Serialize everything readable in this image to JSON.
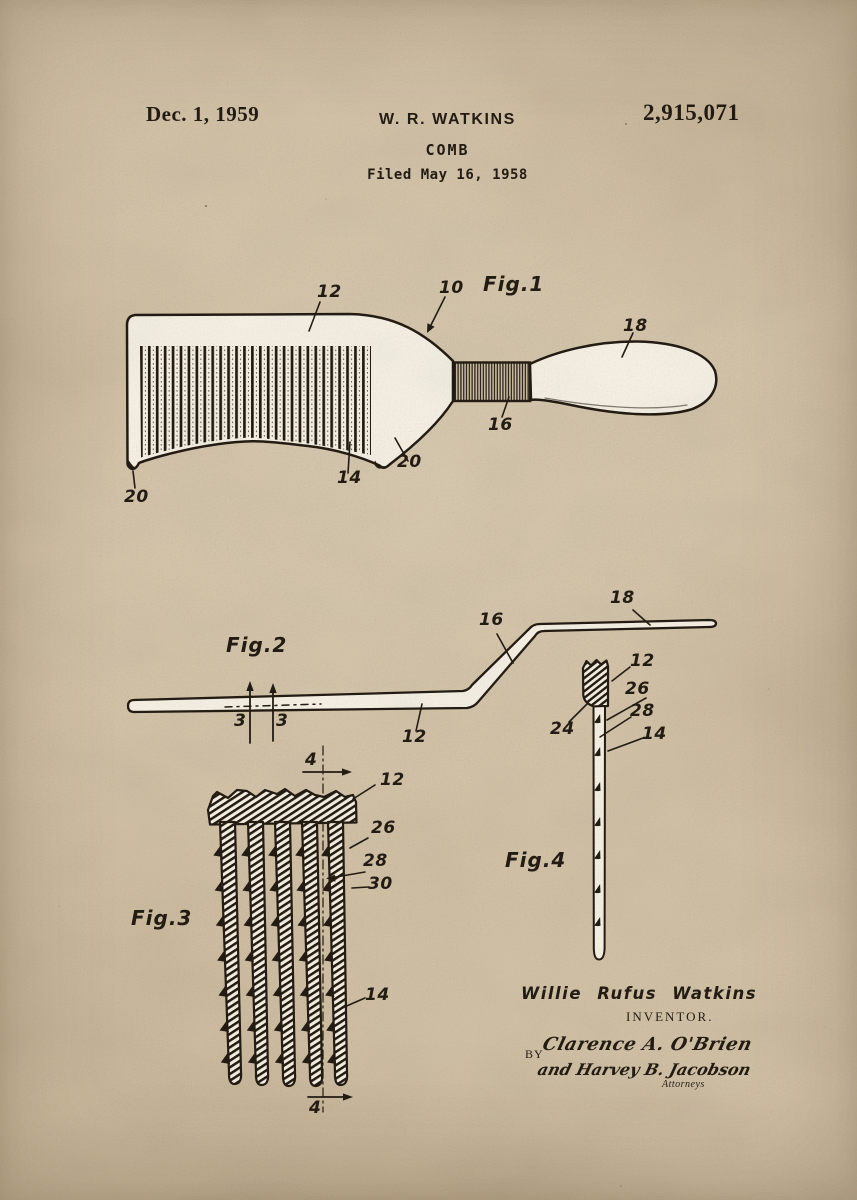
{
  "header": {
    "date": "Dec. 1, 1959",
    "inventor": "W. R. WATKINS",
    "patent_number": "2,915,071",
    "title": "COMB",
    "filed": "Filed May 16, 1958"
  },
  "figures": {
    "fig1": "Fig.1",
    "fig2": "Fig.2",
    "fig3": "Fig.3",
    "fig4": "Fig.4"
  },
  "refs": {
    "r3": "3",
    "r4": "4",
    "r10": "10",
    "r12": "12",
    "r14": "14",
    "r16": "16",
    "r18": "18",
    "r20": "20",
    "r24": "24",
    "r26": "26",
    "r28": "28",
    "r30": "30"
  },
  "signature": {
    "inventor_name": "Willie Rufus Watkins",
    "inventor_label": "INVENTOR.",
    "by_label": "BY",
    "attorney_sig_1": "Clarence A. O'Brien",
    "attorney_sig_2": "and Harvey B. Jacobson",
    "attorneys_label": "Attorneys"
  },
  "colors": {
    "paper": "#d3c3a8",
    "ink": "#241c12",
    "drawing_fill": "#f8f3e6"
  }
}
